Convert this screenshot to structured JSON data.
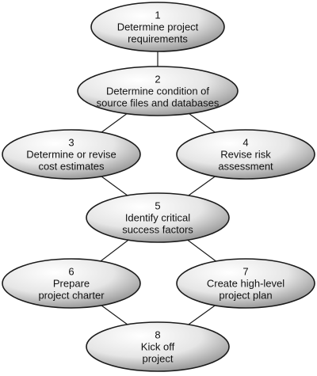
{
  "nodes": [
    {
      "id": "1",
      "number": "1",
      "lines": [
        "Determine project",
        "requirements"
      ]
    },
    {
      "id": "2",
      "number": "2",
      "lines": [
        "Determine condition of",
        "source files and databases"
      ]
    },
    {
      "id": "3",
      "number": "3",
      "lines": [
        "Determine or revise",
        "cost estimates"
      ]
    },
    {
      "id": "4",
      "number": "4",
      "lines": [
        "Revise risk",
        "assessment"
      ]
    },
    {
      "id": "5",
      "number": "5",
      "lines": [
        "Identify critical",
        "success factors"
      ]
    },
    {
      "id": "6",
      "number": "6",
      "lines": [
        "Prepare",
        "project charter"
      ]
    },
    {
      "id": "7",
      "number": "7",
      "lines": [
        "Create high-level",
        "project plan"
      ]
    },
    {
      "id": "8",
      "number": "8",
      "lines": [
        "Kick off",
        "project"
      ]
    }
  ],
  "edges": [
    [
      "1",
      "2"
    ],
    [
      "2",
      "3"
    ],
    [
      "2",
      "4"
    ],
    [
      "3",
      "5"
    ],
    [
      "4",
      "5"
    ],
    [
      "5",
      "6"
    ],
    [
      "5",
      "7"
    ],
    [
      "6",
      "8"
    ],
    [
      "7",
      "8"
    ]
  ],
  "colors": {
    "ellipse_light": "#ffffff",
    "ellipse_dark": "#8f8f8f",
    "stroke": "#1a1a1a"
  }
}
